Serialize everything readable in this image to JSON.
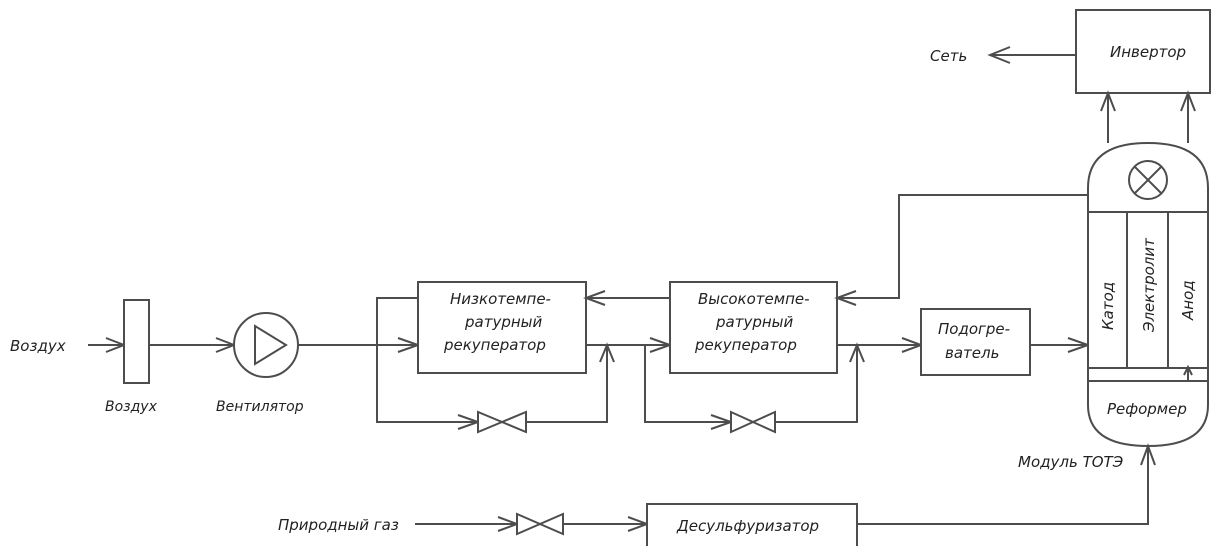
{
  "labels": {
    "air_in": "Воздух",
    "filter": "Воздух",
    "fan": "Вентилятор",
    "grid": "Сеть",
    "inverter": "Инвертор",
    "low_rec_1": "Низкотемпе-",
    "low_rec_2": "ратурный",
    "low_rec_3": "рекуператор",
    "high_rec_1": "Высокотемпе-",
    "high_rec_2": "ратурный",
    "high_rec_3": "рекуператор",
    "heater_1": "Подогре-",
    "heater_2": "ватель",
    "cathode": "Катод",
    "electrolyte": "Электролит",
    "anode": "Анод",
    "reformer": "Реформер",
    "module": "Модуль ТОТЭ",
    "natural_gas": "Природный газ",
    "desulfurizer": "Десульфуризатор"
  },
  "colors": {
    "line": "#4d4d4d",
    "text": "#222222"
  }
}
